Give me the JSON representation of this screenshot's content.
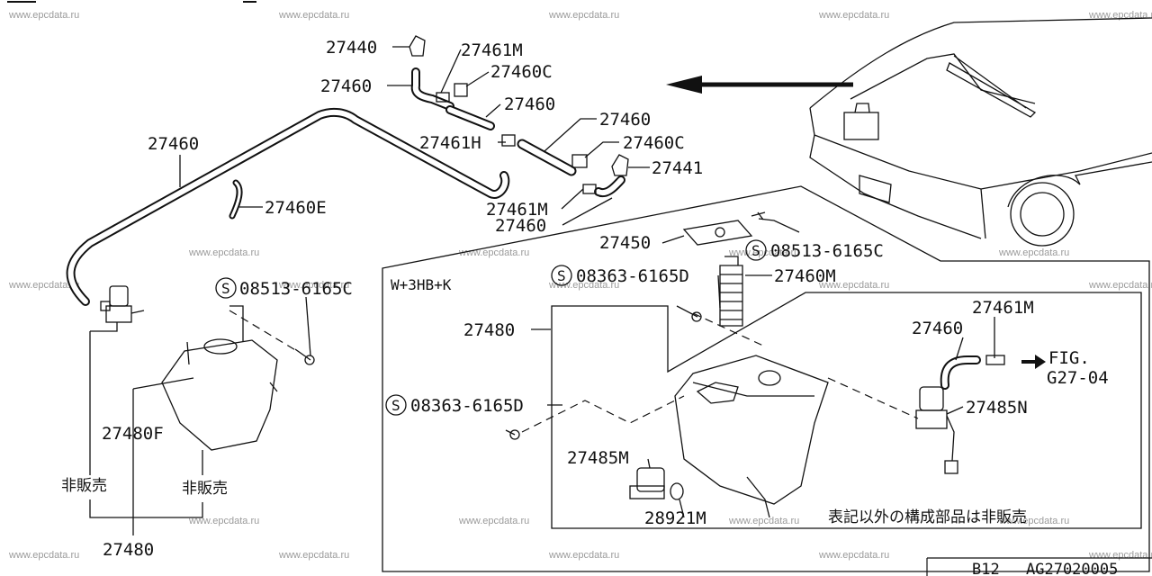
{
  "watermark": "www.epcdata.ru",
  "parts": {
    "p27440": "27440",
    "p27461M_a": "27461M",
    "p27460C_a": "27460C",
    "p27460_a": "27460",
    "p27460_b": "27460",
    "p27460_c": "27460",
    "p27461H": "27461H",
    "p27460C_b": "27460C",
    "p27441": "27441",
    "p27460_main": "27460",
    "p27460E": "27460E",
    "p27461M_b": "27461M",
    "p27460_d": "27460",
    "p27450": "27450",
    "s08513_a": "08513-6165C",
    "s08363_a": "08363-6165D",
    "p27460M": "27460M",
    "p27480": "27480",
    "s08513_b": "08513-6165C",
    "p27461M_c": "27461M",
    "p27460_e": "27460",
    "fig": "FIG.",
    "fig_num": "G27-04",
    "p27485N": "27485N",
    "s08363_b": "08363-6165D",
    "p27480F": "27480F",
    "p27485M": "27485M",
    "p28921M": "28921M",
    "p27480_bottom": "27480"
  },
  "texts": {
    "variant": "W+3HB+K",
    "not_sold_1": "非販売",
    "not_sold_2": "非販売",
    "note": "表記以外の構成部品は非販売",
    "footer_model": "B12",
    "footer_code": "AG27020005",
    "s_symbol": "S"
  }
}
